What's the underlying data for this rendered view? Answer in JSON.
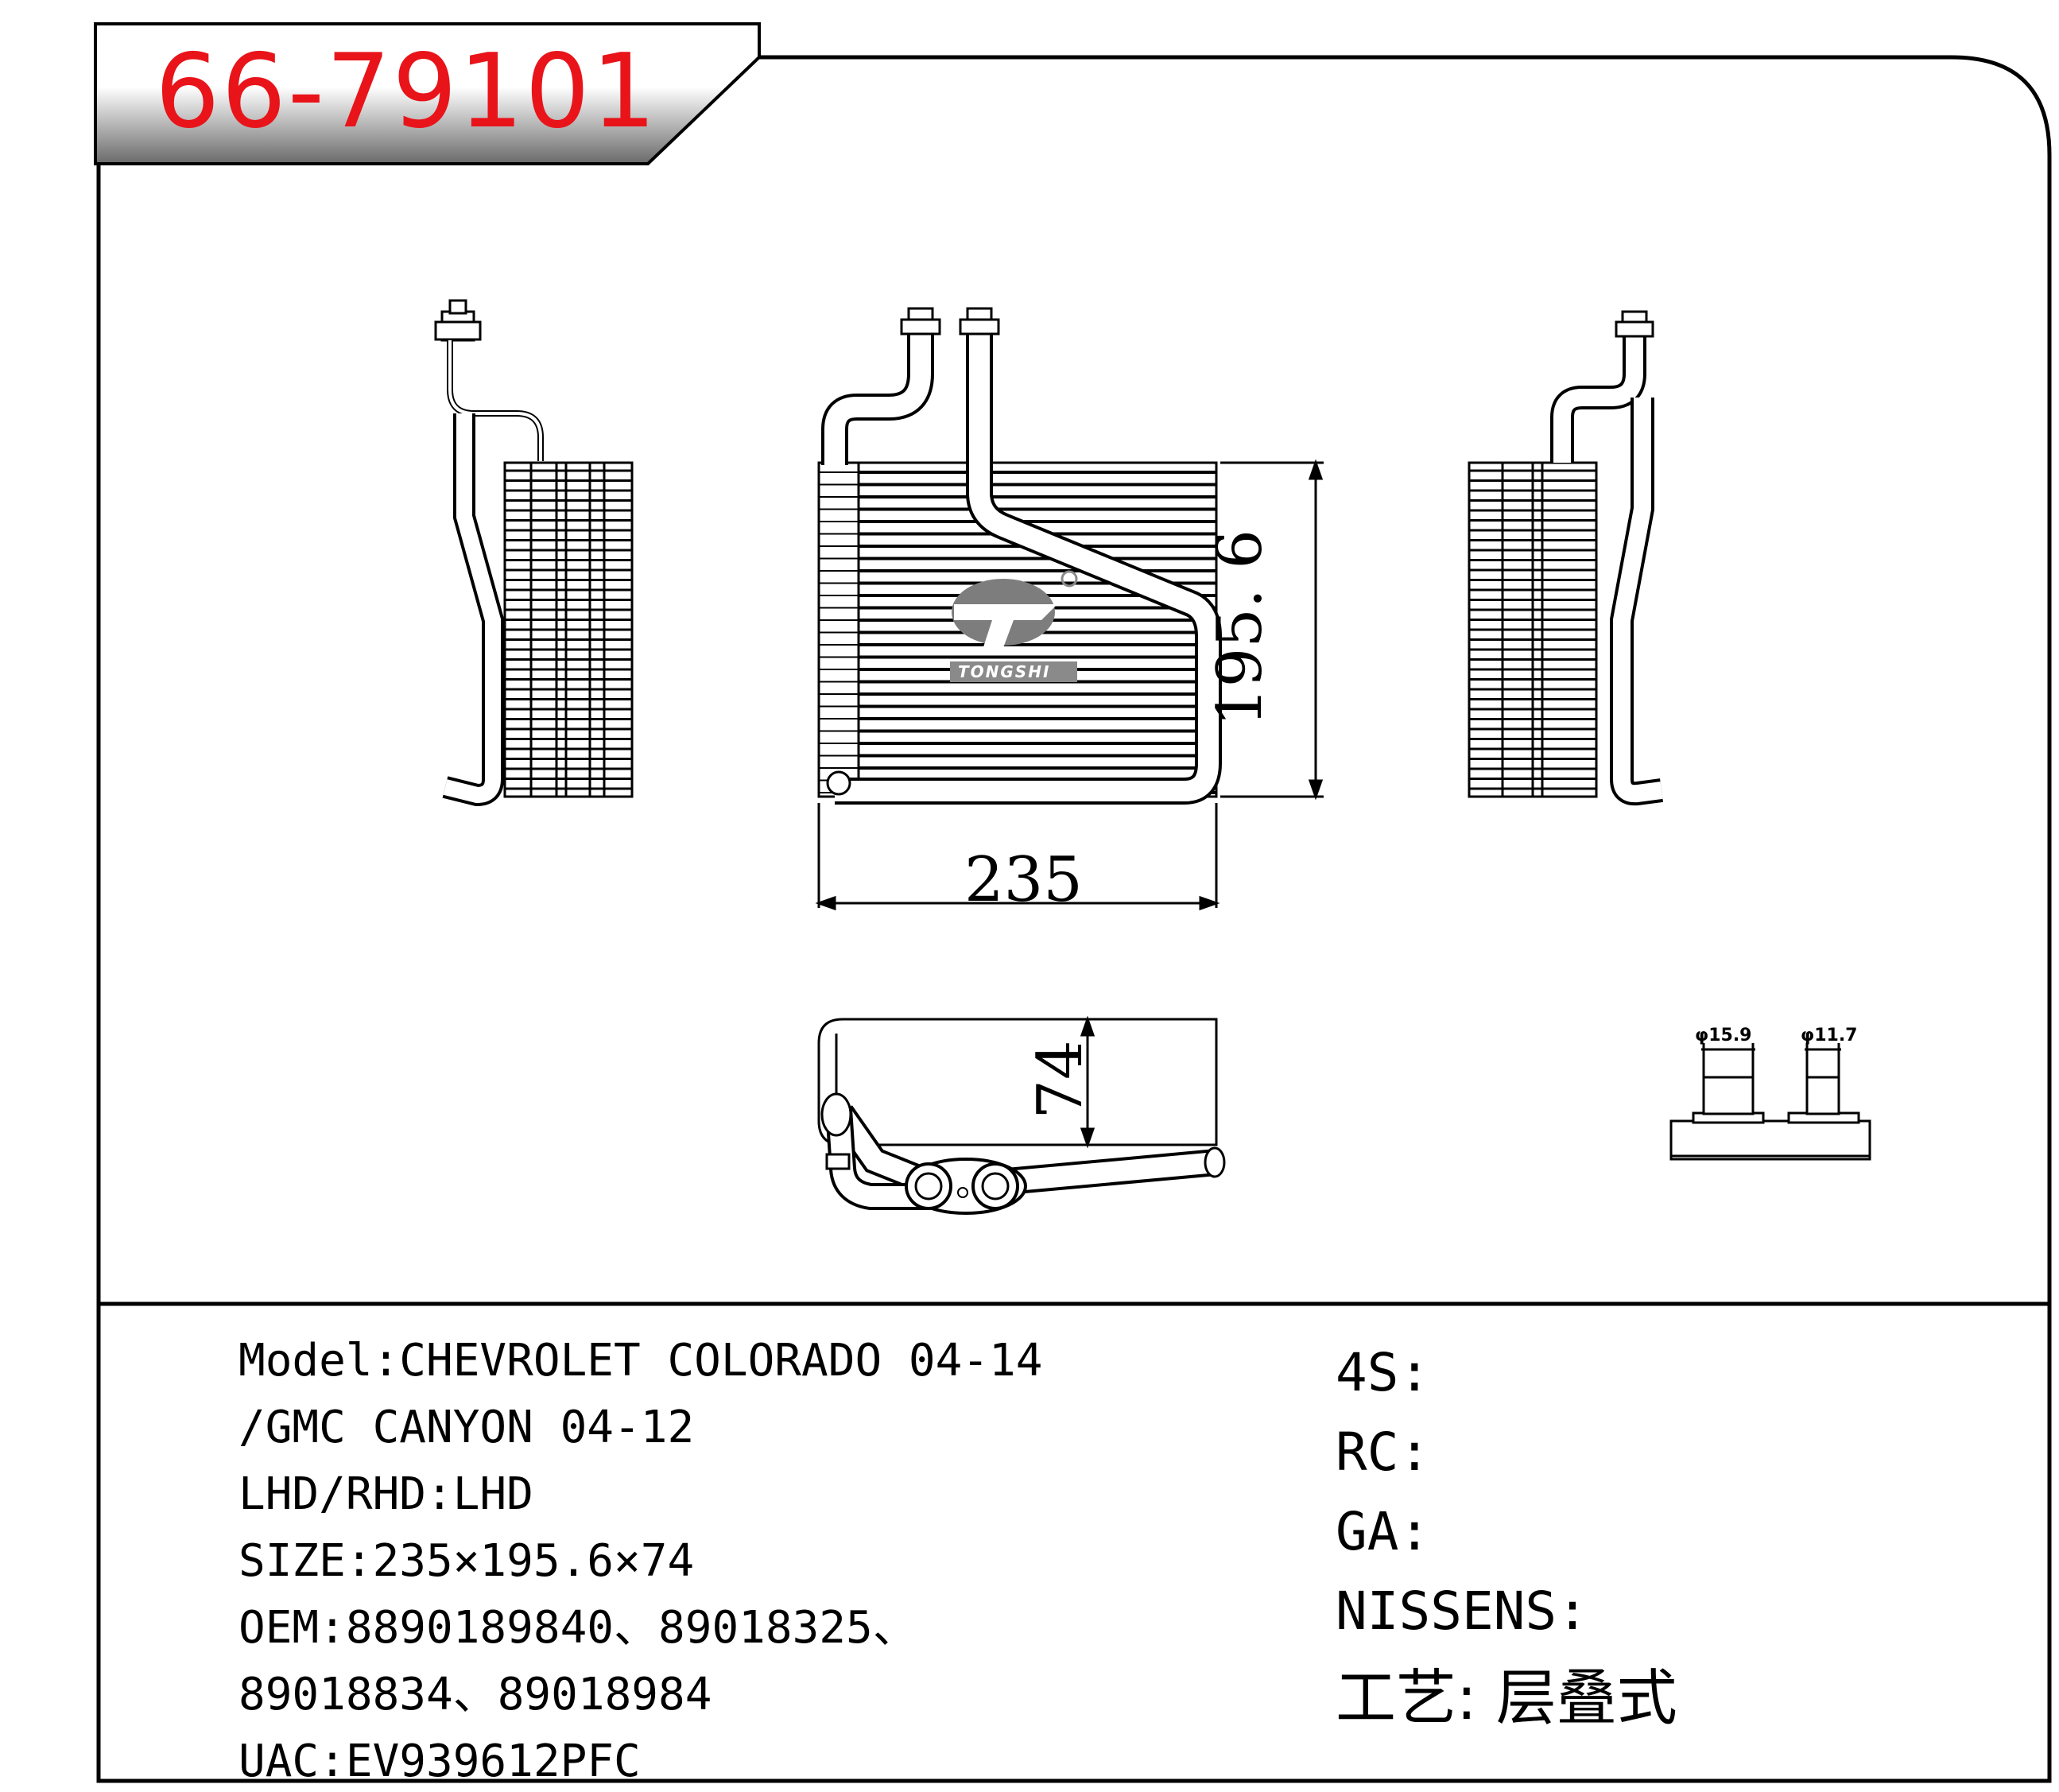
{
  "title": "66-79101",
  "dimensions": {
    "width": "235",
    "height": "195. 6",
    "depth": "74"
  },
  "pipes": {
    "inlet": "φ15.9",
    "outlet": "φ11.7"
  },
  "logo_text": "TONGSHI",
  "specs_left": {
    "model_line1": "Model:CHEVROLET COLORADO 04-14",
    "model_line2": "/GMC CANYON 04-12",
    "lhd": "LHD/RHD:LHD",
    "size": "SIZE:235×195.6×74",
    "oem_line1": "OEM:8890189840、89018325、",
    "oem_line2": "89018834、89018984",
    "uac": "UAC:EV939612PFC"
  },
  "specs_right": {
    "s4": "4S:",
    "rc": "RC:",
    "ga": "GA:",
    "nissens": "NISSENS:",
    "process": "工艺: 层叠式"
  },
  "colors": {
    "title_red": "#e8141a",
    "line": "#000000"
  }
}
